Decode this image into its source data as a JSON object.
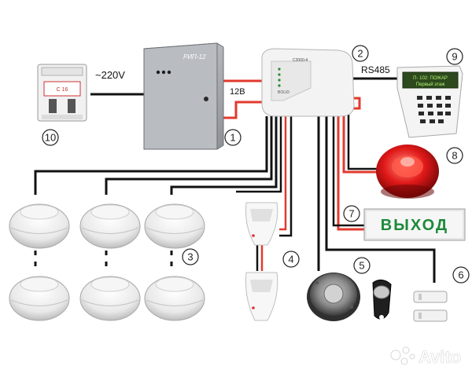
{
  "labels": {
    "voltage_ac": "~220V",
    "voltage_dc": "12В",
    "bus": "RS485",
    "psu_brand": "РИП-12",
    "controller_brand": "С2000-4",
    "controller_brand2": "BOLID",
    "lcd_line1": "П- 102: ПОЖАР",
    "lcd_line2": "Первый этаж",
    "exit_sign": "ВЫХОД",
    "breaker_text": "С 16",
    "watermark": "Avito"
  },
  "callouts": {
    "c1": "1",
    "c2": "2",
    "c3": "3",
    "c4": "4",
    "c5": "5",
    "c6": "6",
    "c7": "7",
    "c8": "8",
    "c9": "9",
    "c10": "10"
  },
  "colors": {
    "wire_red": "#e23a2e",
    "wire_black": "#111111",
    "exit_text": "#1c8a3a",
    "siren": "#e01818"
  }
}
